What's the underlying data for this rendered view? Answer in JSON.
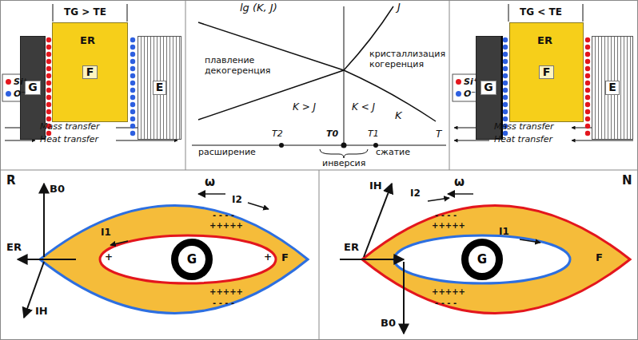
{
  "diagram": {
    "nodes": [
      {
        "text": [
          "G"
        ]
      },
      {
        "text": [
          "F"
        ]
      },
      {
        "text": [
          "E"
        ]
      },
      {
        "text": [
          "G"
        ]
      },
      {
        "text": [
          "F"
        ]
      },
      {
        "text": [
          "E"
        ]
      },
      {
        "text": [
          "G"
        ]
      },
      {
        "text": [
          "G"
        ]
      }
    ],
    "labels": [
      "TG > TE",
      "ER",
      "Mass transfer",
      "Heat transfer",
      "lg (K, J)",
      "J",
      "плавление декогеренция",
      "кристаллизация когеренция",
      "K > J",
      "K < J",
      "K",
      "T2",
      "T0",
      "T1",
      "T",
      "расширение",
      "сжатие",
      "инверсия",
      "TG < TE",
      "ER",
      "Mass transfer",
      "Heat transfer",
      "R",
      "B0",
      "ER",
      "IH",
      "I1",
      "I2",
      "ω",
      "F",
      "+++++",
      "- - - -",
      "+++++",
      "- - - -",
      "+",
      "+",
      "N",
      "IH",
      "I2",
      "ω",
      "I1",
      "ER",
      "F",
      "B0",
      "+++++",
      "- - - -",
      "+++++",
      "- - - -"
    ],
    "legend": [
      {
        "text": "Si⁺",
        "color": "#e3161d"
      },
      {
        "text": "O⁻",
        "color": "#2d5fe0"
      },
      {
        "text": "Si⁺",
        "color": "#e3161d"
      },
      {
        "text": "O⁻",
        "color": "#2d5fe0"
      }
    ]
  }
}
